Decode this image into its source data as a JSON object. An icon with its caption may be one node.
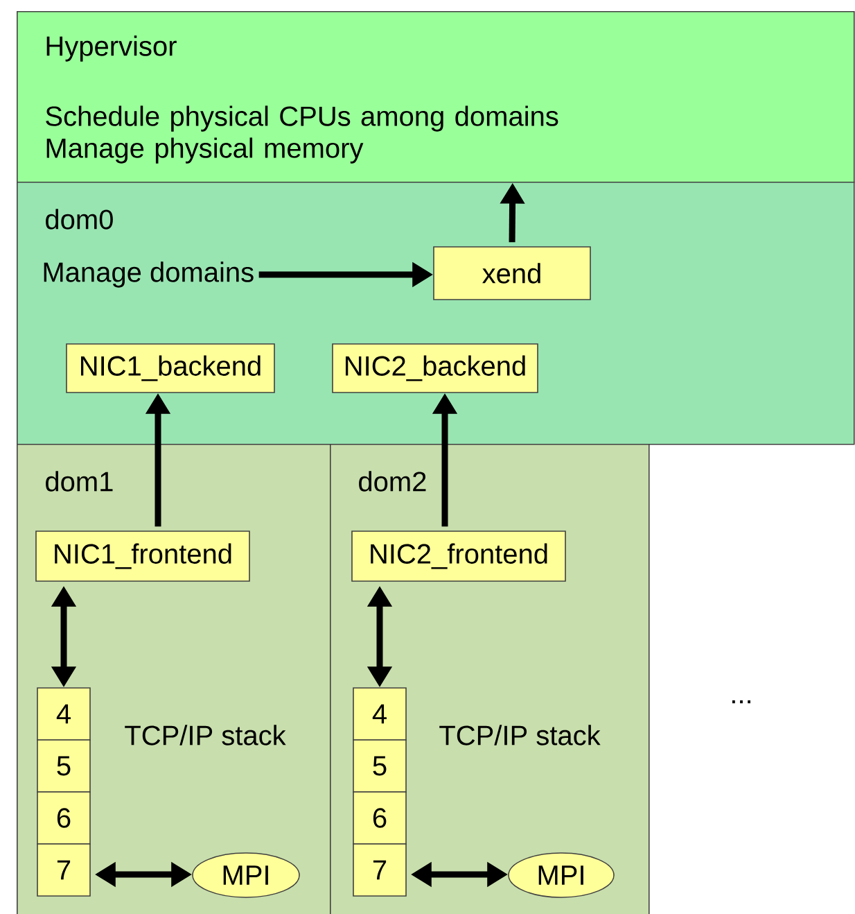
{
  "diagram": {
    "nodes": [
      {
        "text": [
          "Hypervisor",
          "Schedule physical CPUs among domains Manage physical memory"
        ]
      },
      {
        "text": [
          "dom0"
        ]
      },
      {
        "text": [
          "Manage domains"
        ],
        "in": 1
      },
      {
        "text": [
          "xend"
        ],
        "in": 1
      },
      {
        "text": [
          "NIC1_backend"
        ],
        "in": 1
      },
      {
        "text": [
          "NIC2_backend"
        ],
        "in": 1
      },
      {
        "text": [
          "dom1"
        ]
      },
      {
        "text": [
          "NIC1_frontend"
        ],
        "in": 6
      },
      {
        "text": [
          "4"
        ],
        "in": 6
      },
      {
        "text": [
          "5"
        ],
        "in": 6
      },
      {
        "text": [
          "6"
        ],
        "in": 6
      },
      {
        "text": [
          "7"
        ],
        "in": 6
      },
      {
        "text": [
          "MPI"
        ],
        "in": 6
      },
      {
        "text": [
          "dom2"
        ]
      },
      {
        "text": [
          "NIC2_frontend"
        ],
        "in": 13
      },
      {
        "text": [
          "4"
        ],
        "in": 13
      },
      {
        "text": [
          "5"
        ],
        "in": 13
      },
      {
        "text": [
          "6"
        ],
        "in": 13
      },
      {
        "text": [
          "7"
        ],
        "in": 13
      },
      {
        "text": [
          "MPI"
        ],
        "in": 13
      }
    ],
    "edges": [
      {
        "from": 2,
        "to": 3,
        "arrow": "to"
      },
      {
        "from": 3,
        "to": 0,
        "arrow": "to"
      },
      {
        "from": 7,
        "to": 4,
        "arrow": "to"
      },
      {
        "from": 14,
        "to": 5,
        "arrow": "to"
      },
      {
        "from": 7,
        "to": 8,
        "arrow": "both"
      },
      {
        "from": 11,
        "to": 12,
        "arrow": "both"
      },
      {
        "from": 14,
        "to": 15,
        "arrow": "both"
      },
      {
        "from": 18,
        "to": 19,
        "arrow": "both"
      }
    ],
    "labels": [
      "TCP/IP stack",
      "TCP/IP stack",
      "..."
    ]
  }
}
